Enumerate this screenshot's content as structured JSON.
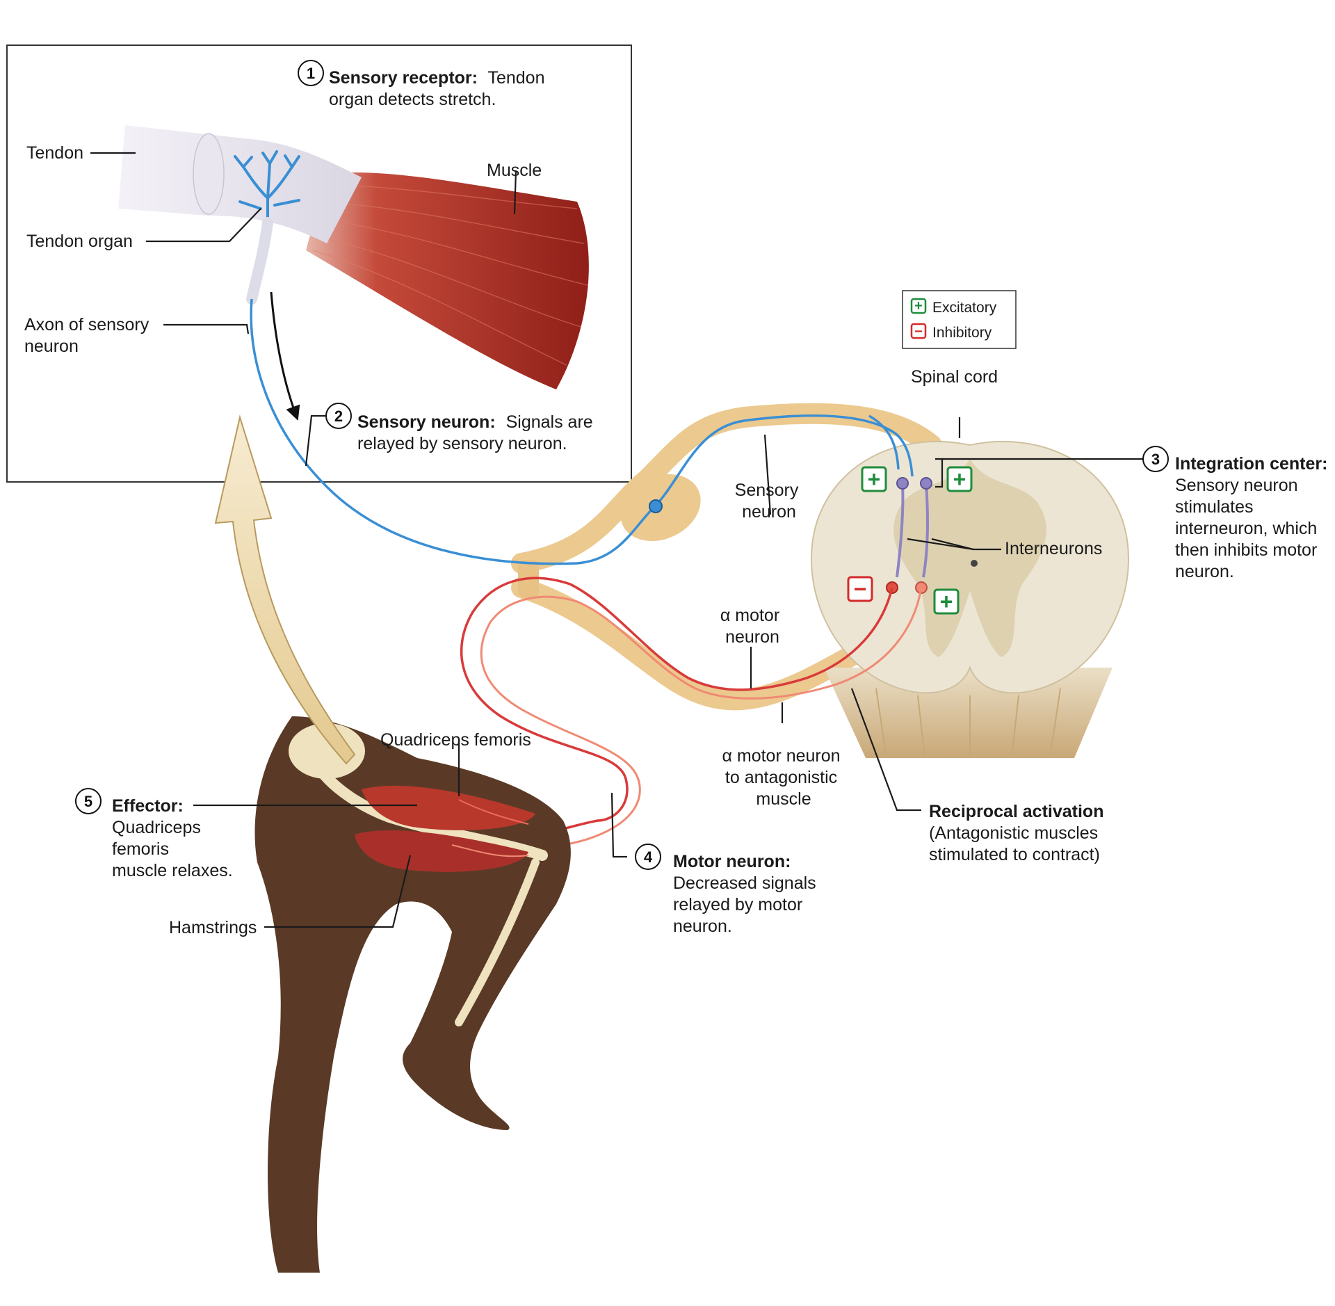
{
  "steps": [
    {
      "number": "1",
      "title": "Sensory receptor:",
      "text": [
        "Tendon",
        "organ detects stretch."
      ]
    },
    {
      "number": "2",
      "title": "Sensory neuron:",
      "text": [
        "Signals are",
        "relayed by sensory neuron."
      ]
    },
    {
      "number": "3",
      "title": "Integration center:",
      "text": [
        "Sensory neuron",
        "stimulates",
        "interneuron, which",
        "then inhibits motor",
        "neuron."
      ]
    },
    {
      "number": "4",
      "title": "Motor neuron:",
      "text": [
        "Decreased signals",
        "relayed by motor",
        "neuron."
      ]
    },
    {
      "number": "5",
      "title": "Effector:",
      "text": [
        "Quadriceps",
        "femoris",
        "muscle relaxes."
      ]
    }
  ],
  "labels": {
    "tendon": "Tendon",
    "tendon_organ": "Tendon organ",
    "axon_sensory": [
      "Axon of sensory",
      "neuron"
    ],
    "muscle": "Muscle",
    "spinal_cord": "Spinal cord",
    "sensory_neuron": [
      "Sensory",
      "neuron"
    ],
    "interneurons": "Interneurons",
    "alpha_motor": [
      "α motor",
      "neuron"
    ],
    "alpha_motor_antagonistic": [
      "α motor neuron",
      "to antagonistic",
      "muscle"
    ],
    "quadriceps": "Quadriceps femoris",
    "hamstrings": "Hamstrings",
    "reciprocal_title": "Reciprocal activation",
    "reciprocal_text": [
      "(Antagonistic muscles",
      "stimulated to contract)"
    ]
  },
  "legend": {
    "excitatory": "Excitatory",
    "inhibitory": "Inhibitory",
    "excitatory_symbol": "+",
    "inhibitory_symbol": "−"
  },
  "colors": {
    "excitatory": "#1e8c3c",
    "inhibitory": "#d42a2a",
    "sensory_neuron": "#3a8fd4",
    "motor_neuron": "#d93a3a",
    "interneuron": "#8e84c4",
    "nerve": "#ecc98e",
    "spinal_cord": "#e9dec4",
    "muscle": "#b8382b",
    "skin": "#5a3a26"
  }
}
